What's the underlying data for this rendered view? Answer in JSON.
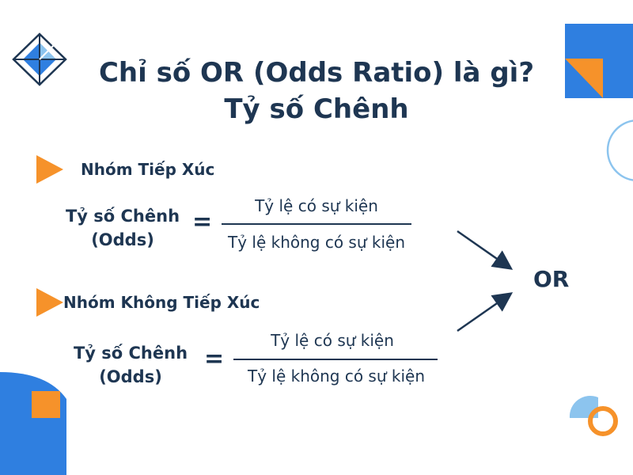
{
  "title": {
    "line1": "Chỉ số OR (Odds Ratio) là gì?",
    "line2": "Tỷ số Chênh"
  },
  "groups": [
    {
      "heading": "Nhóm Tiếp Xúc",
      "lhs_line1": "Tỷ số Chênh",
      "lhs_line2": "(Odds)",
      "equals": "=",
      "numerator": "Tỷ lệ có sự kiện",
      "denominator": "Tỷ lệ không có sự kiện"
    },
    {
      "heading": "Nhóm Không Tiếp Xúc",
      "lhs_line1": "Tỷ số Chênh",
      "lhs_line2": "(Odds)",
      "equals": "=",
      "numerator": "Tỷ lệ có sự kiện",
      "denominator": "Tỷ lệ không có sự kiện"
    }
  ],
  "result": "OR",
  "colors": {
    "navy": "#1e3652",
    "orange": "#f6922a",
    "blue": "#2f7fe0",
    "light_blue": "#8cc4ee"
  },
  "icons": {
    "logo": "diamond-logo-icon",
    "bullet": "triangle-bullet-icon",
    "arrow": "arrow-icon"
  }
}
